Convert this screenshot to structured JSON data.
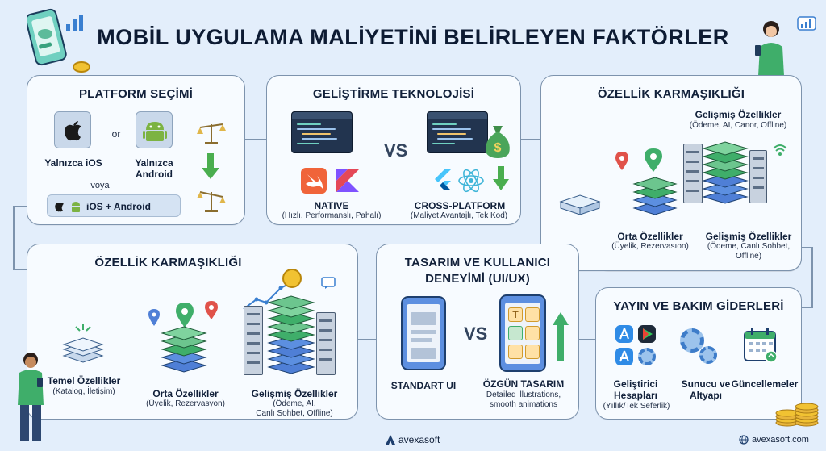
{
  "title": "MOBİL UYGULAMA MALİYETİNİ BELİRLEYEN FAKTÖRLER",
  "colors": {
    "background": "#e3eefb",
    "panel": "#f7fbff",
    "border": "#7d93ad",
    "green_layer": "#3fae6a",
    "blue_layer": "#4f7fd6",
    "swift": "#f0643a",
    "kotlin": "#7f52ff",
    "android": "#7cb342"
  },
  "platform": {
    "title": "PLATFORM SEÇİMİ",
    "ios_label": "Yalnızca iOS",
    "or_label": "or",
    "android_label_1": "Yalnızca",
    "android_label_2": "Android",
    "voya_label": "voya",
    "both_label": "iOS + Android"
  },
  "tech": {
    "title": "GELİŞTİRME TEKNOLOJİSİ",
    "vs": "VS",
    "native_title": "NATIVE",
    "native_sub": "(Hızlı, Performanslı, Pahalı)",
    "cross_title": "CROSS-PLATFORM",
    "cross_sub": "(Maliyet Avantajlı, Tek Kod)"
  },
  "feat_top": {
    "title": "ÖZELLİK KARMAŞIKLIĞI",
    "adv_title": "Gelişmiş Özellikler",
    "adv_sub": "(Ödeme, AI, Canor, Offline)",
    "mid_title": "Orta Özellikler",
    "mid_sub": "(Üyelik, Rezervasıon)",
    "adv2_title": "Gelişmiş Özellikler",
    "adv2_sub_1": "(Ödeme, Canlı Sohbet,",
    "adv2_sub_2": "Offline)"
  },
  "feat_bottom": {
    "title": "ÖZELLİK KARMAŞIKLIĞI",
    "basic_title": "Temel Özellikler",
    "basic_sub": "(Katalog, İletişim)",
    "mid_title": "Orta Özellikler",
    "mid_sub": "(Üyelik, Rezervasyon)",
    "adv_title": "Gelişmiş Özellikler",
    "adv_sub_1": "(Ödeme, AI,",
    "adv_sub_2": "Canlı Sohbet, Offline)"
  },
  "design": {
    "title_1": "TASARIM VE KULLANICI",
    "title_2": "DENEYİMİ (UI/UX)",
    "vs": "VS",
    "standard_label": "STANDART UI",
    "custom_label": "ÖZGÜN TASARIM",
    "custom_sub_1": "Detailed illustrations,",
    "custom_sub_2": "smooth animations"
  },
  "maint": {
    "title": "YAYIN VE BAKIM GİDERLERİ",
    "dev_title_1": "Geliştirici",
    "dev_title_2": "Hesapları",
    "dev_sub": "(Yıllık/Tek Seferlik)",
    "server_title_1": "Sunucu ve",
    "server_title_2": "Altyapı",
    "updates_title": "Güncellemeler"
  },
  "footer": {
    "brand": "avexasoft",
    "website": "avexasoft.com"
  },
  "icons": [
    "phone-cloud-icon",
    "apple-icon",
    "android-icon",
    "scale-icon",
    "arrow-down-icon",
    "code-window-icon",
    "swift-icon",
    "kotlin-icon",
    "flutter-icon",
    "react-icon",
    "money-bag-icon",
    "server-icon",
    "layer-stack-icon",
    "location-pin-icon",
    "coin-stack-icon",
    "app-store-icon",
    "play-store-icon",
    "gear-icon",
    "calendar-icon",
    "globe-icon",
    "person-icon"
  ]
}
